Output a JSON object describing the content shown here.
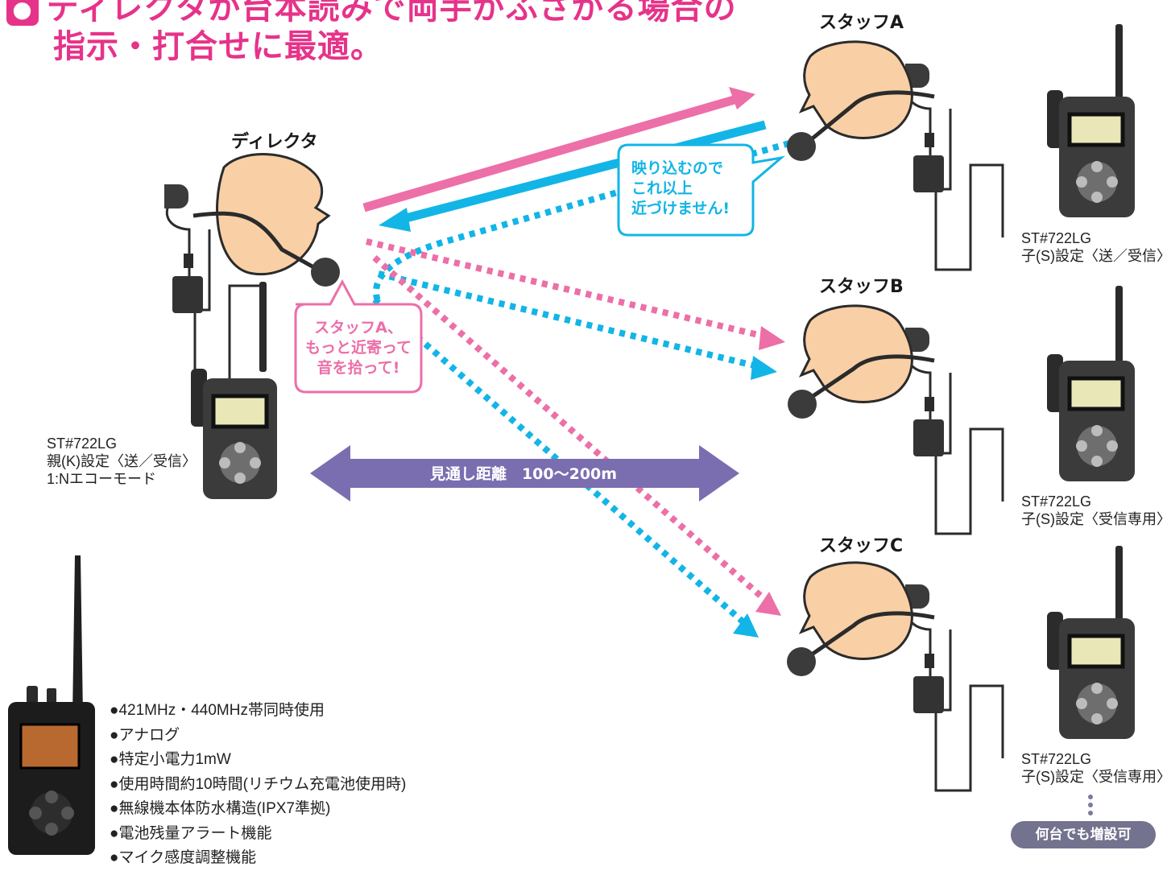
{
  "heading": {
    "line1": "ディレクタが台本読みで両手がふさがる場合の",
    "line2": "指示・打合せに最適。"
  },
  "people": {
    "director": "ディレクタ",
    "staff_a": "スタッフA",
    "staff_b": "スタッフB",
    "staff_c": "スタッフC"
  },
  "models": {
    "director": [
      "ST#722LG",
      "親(K)設定〈送／受信〉",
      "1:Nエコーモード"
    ],
    "staff_a": [
      "ST#722LG",
      "子(S)設定〈送／受信〉"
    ],
    "staff_b": [
      "ST#722LG",
      "子(S)設定〈受信専用〉"
    ],
    "staff_c": [
      "ST#722LG",
      "子(S)設定〈受信専用〉"
    ]
  },
  "bubbles": {
    "director": [
      "スタッフA、",
      "もっと近寄って",
      "音を拾って!"
    ],
    "staff_a": [
      "映り込むので",
      "これ以上",
      "近づけません!"
    ]
  },
  "distance": "見通し距離　100〜200m",
  "features": [
    "421MHz・440MHz帯同時使用",
    "アナログ",
    "特定小電力1mW",
    "使用時間約10時間(リチウム充電池使用時)",
    "無線機本体防水構造(IPX7準拠)",
    "電池残量アラート機能",
    "マイク感度調整機能"
  ],
  "more_units": "何台でも増設可",
  "colors": {
    "pink": "#ec6fa8",
    "cyan": "#12b5e6",
    "purple": "#7a6eb0",
    "skin": "#f9cfa6",
    "radio": "#3b3b3b"
  },
  "icons": [
    "head-icon",
    "headset-icon",
    "radio-icon"
  ]
}
